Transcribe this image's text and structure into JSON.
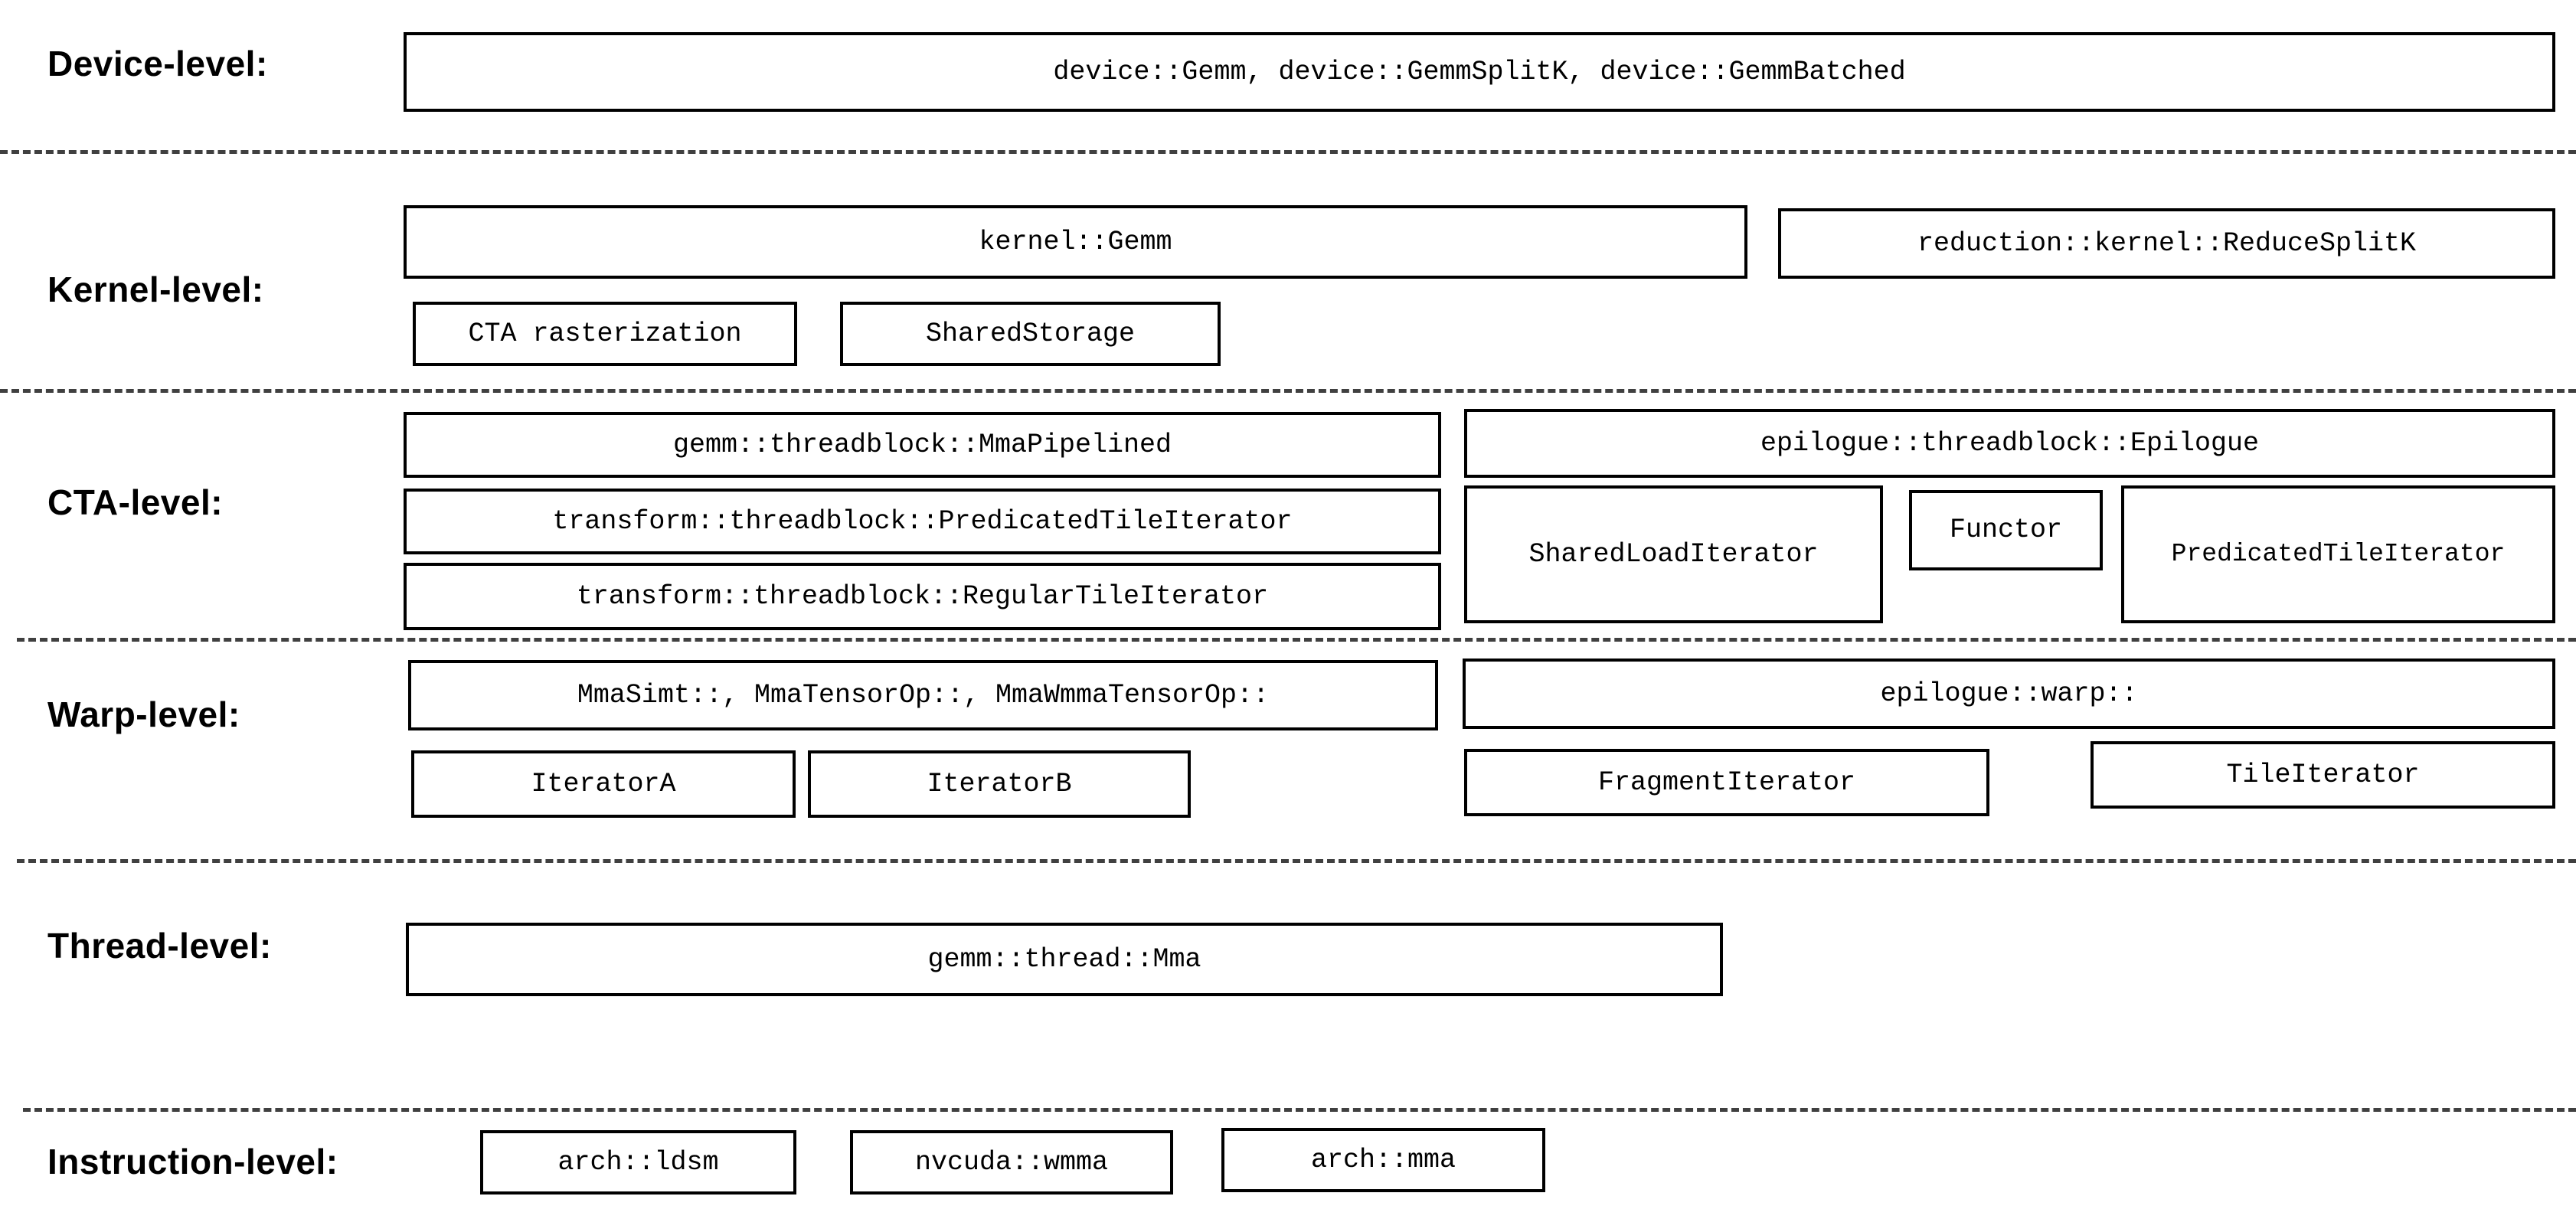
{
  "diagram": {
    "title": "CUTLASS GEMM hierarchy levels",
    "background_color": "#ffffff",
    "box_border_color": "#000000",
    "divider_color": "#404040",
    "levels": [
      {
        "label": "Device-level:",
        "boxes": [
          {
            "text": "device::Gemm, device::GemmSplitK, device::GemmBatched"
          }
        ]
      },
      {
        "label": "Kernel-level:",
        "boxes": [
          {
            "text": "kernel::Gemm"
          },
          {
            "text": "reduction::kernel::ReduceSplitK"
          },
          {
            "text": "CTA rasterization"
          },
          {
            "text": "SharedStorage"
          }
        ]
      },
      {
        "label": "CTA-level:",
        "boxes": [
          {
            "text": "gemm::threadblock::MmaPipelined"
          },
          {
            "text": "epilogue::threadblock::Epilogue"
          },
          {
            "text": "transform::threadblock::PredicatedTileIterator"
          },
          {
            "text": "SharedLoadIterator"
          },
          {
            "text": "Functor"
          },
          {
            "text": "PredicatedTileIterator"
          },
          {
            "text": "transform::threadblock::RegularTileIterator"
          }
        ]
      },
      {
        "label": "Warp-level:",
        "boxes": [
          {
            "text": "MmaSimt::, MmaTensorOp::, MmaWmmaTensorOp::"
          },
          {
            "text": "epilogue::warp::"
          },
          {
            "text": "IteratorA"
          },
          {
            "text": "IteratorB"
          },
          {
            "text": "FragmentIterator"
          },
          {
            "text": "TileIterator"
          }
        ]
      },
      {
        "label": "Thread-level:",
        "boxes": [
          {
            "text": "gemm::thread::Mma"
          }
        ]
      },
      {
        "label": "Instruction-level:",
        "boxes": [
          {
            "text": "arch::ldsm"
          },
          {
            "text": "nvcuda::wmma"
          },
          {
            "text": "arch::mma"
          }
        ]
      }
    ]
  }
}
